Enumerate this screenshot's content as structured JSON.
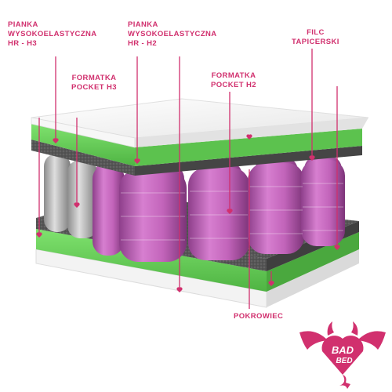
{
  "labels": {
    "foam_h3": [
      "PIANKA",
      "WYSOKOELASTYCZNA",
      "HR - H3"
    ],
    "pocket_h3": [
      "FORMATKA",
      "POCKET H3"
    ],
    "foam_h2": [
      "PIANKA",
      "WYSOKOELASTYCZNA",
      "HR - H2"
    ],
    "pocket_h2": [
      "FORMATKA",
      "POCKET H2"
    ],
    "felt": [
      "FILC",
      "TAPICERSKI"
    ],
    "cover": [
      "POKROWIEC"
    ]
  },
  "logo": {
    "line1": "BAD",
    "line2": "BED"
  },
  "colors": {
    "accent": "#d1306e",
    "foam_green": "#6ed65e",
    "felt_gray": "#5a5a5a",
    "spring_pink": "#c86bc0",
    "spring_gray": "#c2c2c2",
    "cover_white": "#f2f2f2"
  }
}
